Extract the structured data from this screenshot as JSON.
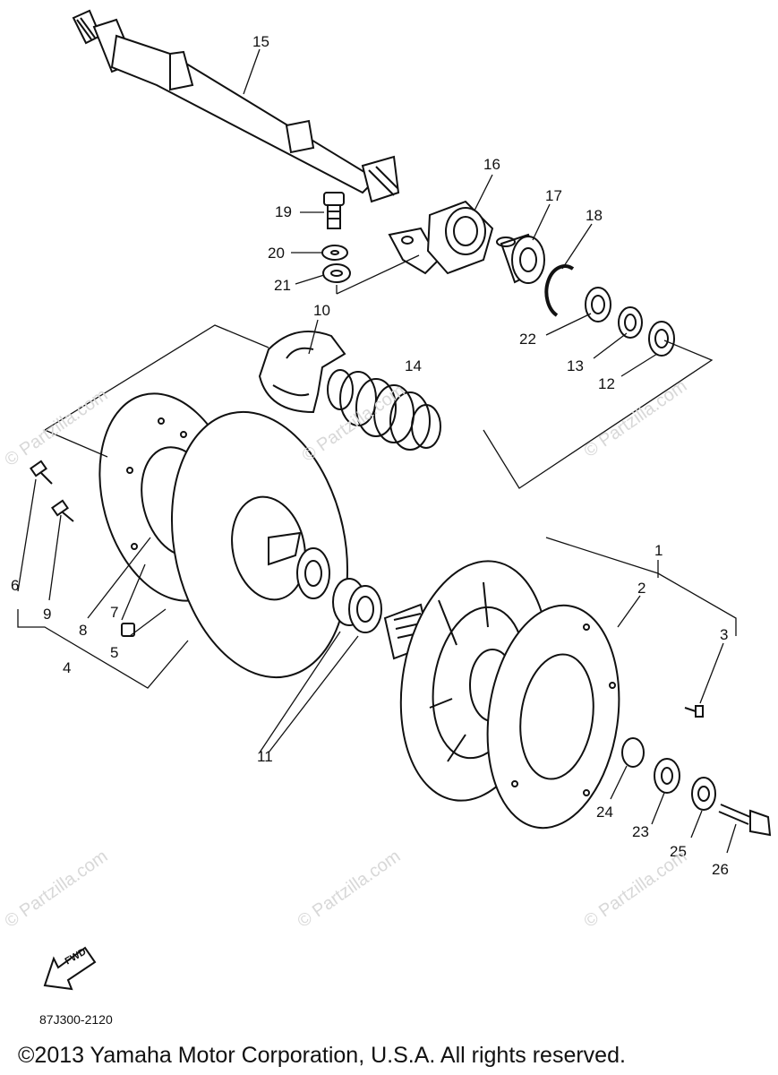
{
  "callouts": [
    {
      "id": "1",
      "label": "1"
    },
    {
      "id": "2",
      "label": "2"
    },
    {
      "id": "3",
      "label": "3"
    },
    {
      "id": "4",
      "label": "4"
    },
    {
      "id": "5",
      "label": "5"
    },
    {
      "id": "6",
      "label": "6"
    },
    {
      "id": "7",
      "label": "7"
    },
    {
      "id": "8",
      "label": "8"
    },
    {
      "id": "9",
      "label": "9"
    },
    {
      "id": "10",
      "label": "10"
    },
    {
      "id": "11",
      "label": "11"
    },
    {
      "id": "12",
      "label": "12"
    },
    {
      "id": "13",
      "label": "13"
    },
    {
      "id": "14",
      "label": "14"
    },
    {
      "id": "15",
      "label": "15"
    },
    {
      "id": "16",
      "label": "16"
    },
    {
      "id": "17",
      "label": "17"
    },
    {
      "id": "18",
      "label": "18"
    },
    {
      "id": "19",
      "label": "19"
    },
    {
      "id": "20",
      "label": "20"
    },
    {
      "id": "21",
      "label": "21"
    },
    {
      "id": "22",
      "label": "22"
    },
    {
      "id": "23",
      "label": "23"
    },
    {
      "id": "24",
      "label": "24"
    },
    {
      "id": "25",
      "label": "25"
    },
    {
      "id": "26",
      "label": "26"
    }
  ],
  "watermark": "© Partzilla.com",
  "fwd_label": "FWD",
  "diagram_code": "87J300-2120",
  "copyright": "©2013 Yamaha Motor Corporation, U.S.A. All rights reserved."
}
